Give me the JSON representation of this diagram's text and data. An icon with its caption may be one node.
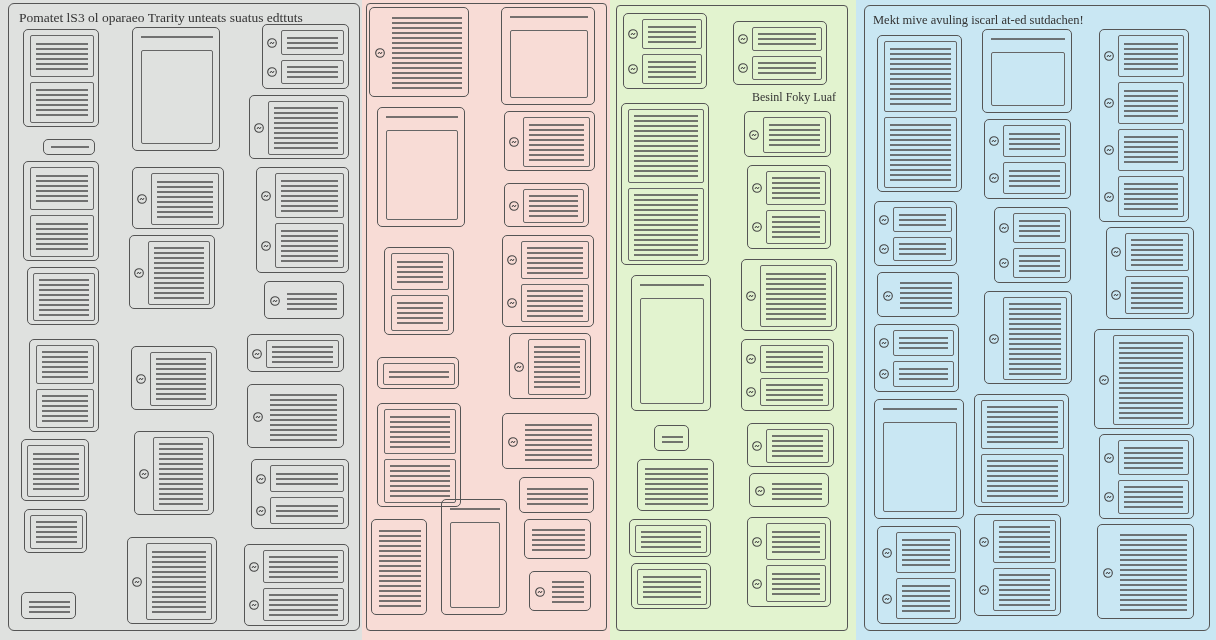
{
  "diagram": {
    "nodes": [
      {
        "text": [
          "Pomatet lS3 ol oparaeo Trarity unteats suatus edttuts"
        ]
      },
      {
        "text": [],
        "shape": "box"
      },
      {
        "text": [],
        "shape": "box"
      },
      {
        "text": [
          "Mekt mive avuling iscarl at-ed sutdachen!"
        ]
      }
    ],
    "labels": [
      "Besinl Foky Luaf"
    ]
  }
}
